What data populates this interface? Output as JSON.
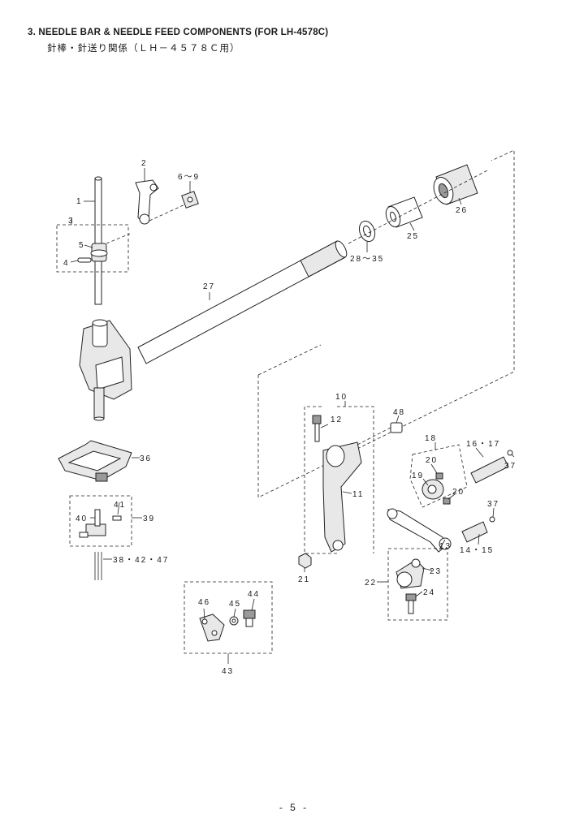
{
  "header": {
    "title": "3.  NEEDLE BAR & NEEDLE FEED COMPONENTS (FOR LH-4578C)",
    "subtitle": "針棒・針送り関係（ＬＨ－４５７８Ｃ用）"
  },
  "callouts": {
    "c1": "1",
    "c2": "2",
    "c3": "3",
    "c4": "4",
    "c5": "5",
    "c6_9": "6～9",
    "c10": "10",
    "c11": "11",
    "c12": "12",
    "c13": "13",
    "c14_15": "14・15",
    "c16_17": "16・17",
    "c18": "18",
    "c19": "19",
    "c20a": "20",
    "c20b": "20",
    "c21": "21",
    "c22": "22",
    "c23": "23",
    "c24": "24",
    "c25": "25",
    "c26": "26",
    "c27": "27",
    "c28_35": "28～35",
    "c36": "36",
    "c37a": "37",
    "c37b": "37",
    "c38_42_47": "38・42・47",
    "c39": "39",
    "c40": "40",
    "c41": "41",
    "c43": "43",
    "c44": "44",
    "c45": "45",
    "c46": "46",
    "c48": "48"
  },
  "footer": {
    "page_number": "- 5 -"
  }
}
